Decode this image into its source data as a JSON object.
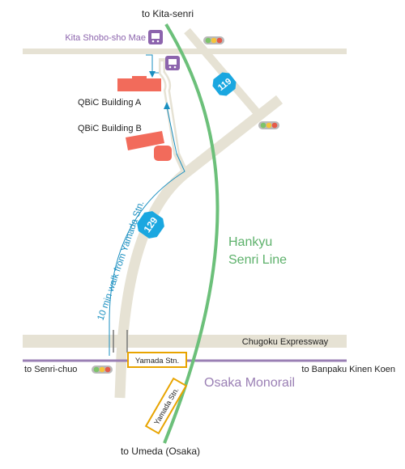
{
  "labels": {
    "to_kita_senri": "to Kita-senri",
    "to_umeda": "to Umeda (Osaka)",
    "to_senri_chuo": "to Senri-chuo",
    "to_banpaku": "to Banpaku Kinen Koen",
    "kita_shobo_sho_mae": "Kita Shobo-sho Mae",
    "qbic_a": "QBiC Building A",
    "qbic_b": "QBiC Building B",
    "hankyu_line_1": "Hankyu",
    "hankyu_line_2": "Senri Line",
    "osaka_monorail": "Osaka Monorail",
    "chugoku_expressway": "Chugoku Expressway",
    "yamada_stn_monorail": "Yamada Stn.",
    "yamada_stn_hankyu": "Yamada Stn.",
    "walk_note": "10 min walk  from Yamada Stn."
  },
  "route_badges": [
    "119",
    "129"
  ],
  "icons": [
    "bus-stop-icon",
    "traffic-light-icon"
  ],
  "colors": {
    "road": "#e6e2d4",
    "hankyu": "#6cc07a",
    "monorail": "#9a7fb4",
    "building": "#f26b5b",
    "route_badge": "#1aa7e0",
    "walk_path": "#1a8fc0",
    "station_box": "#e8a400",
    "bus_stop": "#8c64ad",
    "hankyu_text": "#5db16b",
    "monorail_text": "#9a7fb4"
  }
}
